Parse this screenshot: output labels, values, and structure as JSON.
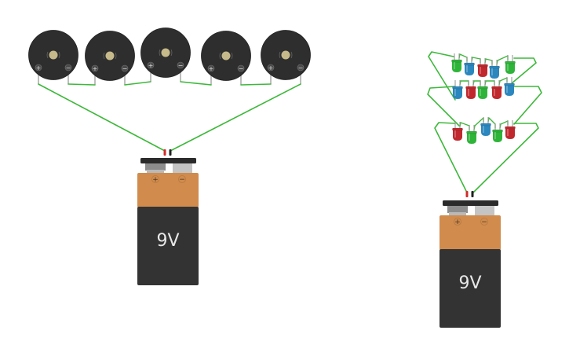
{
  "circuits": [
    {
      "name": "buzzer-circuit",
      "battery": {
        "label": "9V",
        "positive_symbol": "+",
        "negative_symbol": "−"
      },
      "buzzers": [
        {
          "id": "buzzer-1",
          "plus": "+",
          "minus": "−"
        },
        {
          "id": "buzzer-2",
          "plus": "+",
          "minus": "−"
        },
        {
          "id": "buzzer-3",
          "plus": "+",
          "minus": "−"
        },
        {
          "id": "buzzer-4",
          "plus": "+",
          "minus": "−"
        },
        {
          "id": "buzzer-5",
          "plus": "+",
          "minus": "−"
        }
      ]
    },
    {
      "name": "led-circuit",
      "battery": {
        "label": "9V",
        "positive_symbol": "+",
        "negative_symbol": "−"
      },
      "led_rows": [
        {
          "leds": [
            "green",
            "blue",
            "red",
            "blue",
            "green"
          ]
        },
        {
          "leds": [
            "blue",
            "red",
            "green",
            "red",
            "blue"
          ]
        },
        {
          "leds": [
            "red",
            "green",
            "blue",
            "green",
            "red"
          ]
        }
      ]
    }
  ],
  "colors": {
    "wire": "#3db83a",
    "buzzer_body": "#2e2e2e",
    "buzzer_center": "#c6b98a",
    "battery_top": "#d08b4d",
    "battery_body": "#333333",
    "battery_cap": "#2b2b2b",
    "led_red": "#c0282d",
    "led_green": "#2fb43a",
    "led_blue": "#2b87be",
    "lead": "#9a9a9a"
  }
}
